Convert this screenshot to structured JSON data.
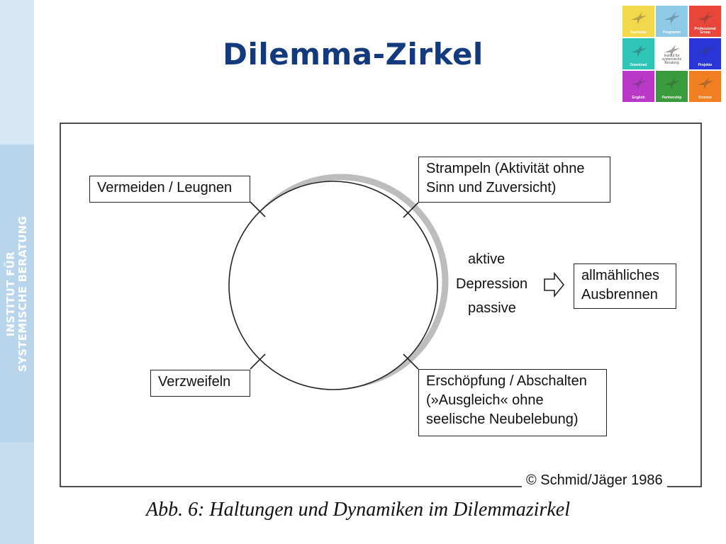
{
  "sidebar": {
    "line1": "INSTITUT FÜR",
    "line2": "SYSTEMISCHE BERATUNG"
  },
  "title": "Dilemma-Zirkel",
  "logo": {
    "tiles": [
      {
        "label": "Startseite",
        "color": "#f2d84a"
      },
      {
        "label": "Programm",
        "color": "#8ec9e8"
      },
      {
        "label": "Professional Group",
        "color": "#e8463a"
      },
      {
        "label": "Download",
        "color": "#2ec4b6"
      },
      {
        "label": "Institut für systemische Beratung",
        "color": "#ffffff"
      },
      {
        "label": "Projekte",
        "color": "#2a35d6"
      },
      {
        "label": "English",
        "color": "#b938c8"
      },
      {
        "label": "Partnership",
        "color": "#3a9a3e"
      },
      {
        "label": "Science",
        "color": "#f07f24"
      }
    ],
    "bird_icon": "crane-bird-icon"
  },
  "diagram": {
    "vermeiden": "Vermeiden / Leugnen",
    "strampeln_line1": "Strampeln (Aktivität ohne",
    "strampeln_line2": "Sinn und Zuversicht)",
    "aktive": "aktive",
    "depression": "Depression",
    "passive": "passive",
    "ausbrennen_line1": "allmähliches",
    "ausbrennen_line2": "Ausbrennen",
    "verzweifeln": "Verzweifeln",
    "erschoepfung_line1": "Erschöpfung / Abschalten",
    "erschoepfung_line2": "(»Ausgleich« ohne",
    "erschoepfung_line3": "seelische Neubelebung)",
    "copyright": "© Schmid/Jäger 1986"
  },
  "caption": "Abb. 6: Haltungen und Dynamiken im Dilemmazirkel"
}
